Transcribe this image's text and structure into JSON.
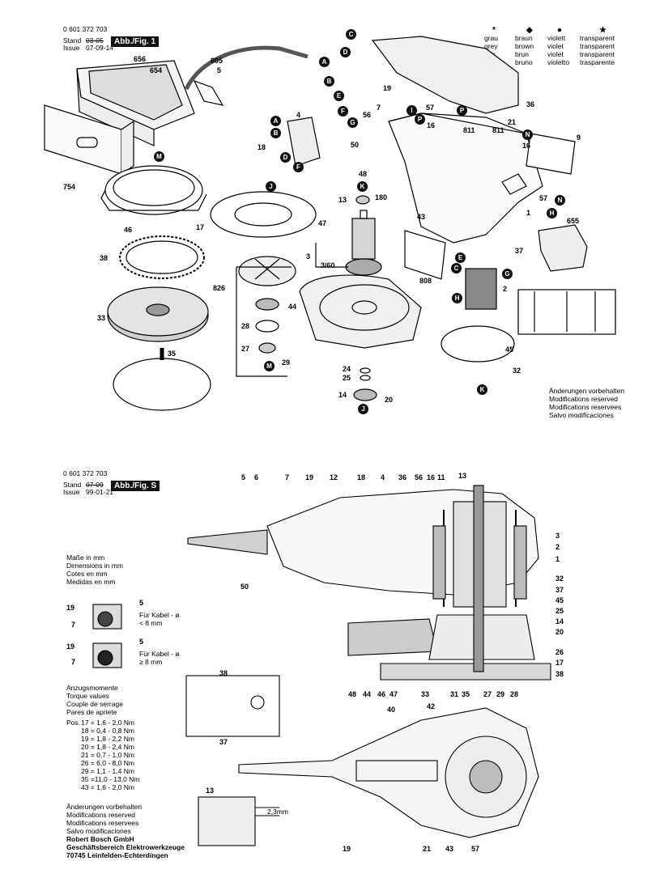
{
  "fig1": {
    "part_number": "0 601 372 703",
    "stand_label": "Stand",
    "issue_label": "Issue",
    "stand_value": "03-05",
    "issue_value": "07-09-14",
    "fig_label": "Abb./Fig. 1",
    "legend": {
      "symbols": [
        "*",
        "◆",
        "●",
        "★"
      ],
      "rows": [
        [
          "grau",
          "braun",
          "violett",
          "transparent"
        ],
        [
          "grey",
          "brown",
          "violet",
          "transparent"
        ],
        [
          "gris",
          "brun",
          "violet",
          "transparent"
        ],
        [
          "grigo",
          "bruno",
          "violetto",
          "trasparente"
        ]
      ]
    },
    "modifications": [
      "Änderungen vorbehalten",
      "Modifications reserved",
      "Modifications reservees",
      "Salvo modificaciones"
    ],
    "parts": [
      "656",
      "654",
      "805",
      "5",
      "754",
      "M",
      "46",
      "17",
      "38",
      "33",
      "35",
      "J",
      "47",
      "826",
      "3",
      "3/60",
      "28",
      "27",
      "29",
      "M",
      "44",
      "24",
      "25",
      "14",
      "20",
      "J",
      "4",
      "A",
      "B",
      "D",
      "F",
      "18",
      "C",
      "D",
      "A",
      "B",
      "E",
      "F",
      "G",
      "19",
      "56",
      "7",
      "I",
      "P",
      "57",
      "P",
      "16",
      "811",
      "21",
      "811",
      "16",
      "N",
      "36",
      "9",
      "50",
      "48",
      "180",
      "K",
      "13",
      "43",
      "1",
      "57",
      "N",
      "H",
      "655",
      "808",
      "E",
      "C",
      "G",
      "H",
      "2",
      "37",
      "45",
      "K",
      "32"
    ]
  },
  "figS": {
    "part_number": "0 601 372 703",
    "stand_label": "Stand",
    "issue_label": "Issue",
    "stand_value": "07-09",
    "issue_value": "99-01-21",
    "fig_label": "Abb./Fig. S",
    "dimensions": [
      "Maße in mm",
      "Dimensions in mm",
      "Cotes en mm",
      "Medidas en mm"
    ],
    "cable_small": [
      "Für Kabel - ø",
      "< 8 mm"
    ],
    "cable_large": [
      "Für Kabel - ø",
      "≥ 8 mm"
    ],
    "torque_title": [
      "Anzugsmomente",
      "Torque values",
      "Couple de serrage",
      "Pares de apriete"
    ],
    "torque_pos_label": "Pos.",
    "torque": [
      "17 =  1,6 -  2,0 Nm",
      "18 =  0,4 -  0,8 Nm",
      "19 =  1,8 -  2,2 Nm",
      "20 =  1,8 -  2,4 Nm",
      "21 =  0,7 -  1,0 Nm",
      "26 =  6,0 -  8,0 Nm",
      "29 =  1,1 -  1,4 Nm",
      "35 =11,0 - 13,0 Nm",
      "43 =  1,6 -  2,0 Nm"
    ],
    "modifications": [
      "Änderungen vorbehalten",
      "Modifications reserved",
      "Modifications reservees",
      "Salvo modificaciones"
    ],
    "company": [
      "Robert Bosch GmbH",
      "Geschäftsbereich Elektrowerkzeuge",
      "70745 Leinfelden-Echterdingen"
    ],
    "dimension_note": "2,3mm",
    "top_labels": [
      "5",
      "6",
      "7",
      "19",
      "12",
      "18",
      "4",
      "36",
      "56",
      "16",
      "11",
      "13"
    ],
    "right_labels": [
      "3",
      "2",
      "1",
      "32",
      "37",
      "45",
      "25",
      "14",
      "20",
      "26",
      "17",
      "38"
    ],
    "bottom_labels": [
      "48",
      "44",
      "46",
      "47",
      "33",
      "31",
      "35",
      "27",
      "29",
      "28"
    ],
    "left_label": "50",
    "misc_labels": [
      "40",
      "42",
      "19",
      "21",
      "43",
      "57",
      "13",
      "38",
      "37",
      "19",
      "7",
      "5",
      "19",
      "7",
      "5"
    ]
  }
}
